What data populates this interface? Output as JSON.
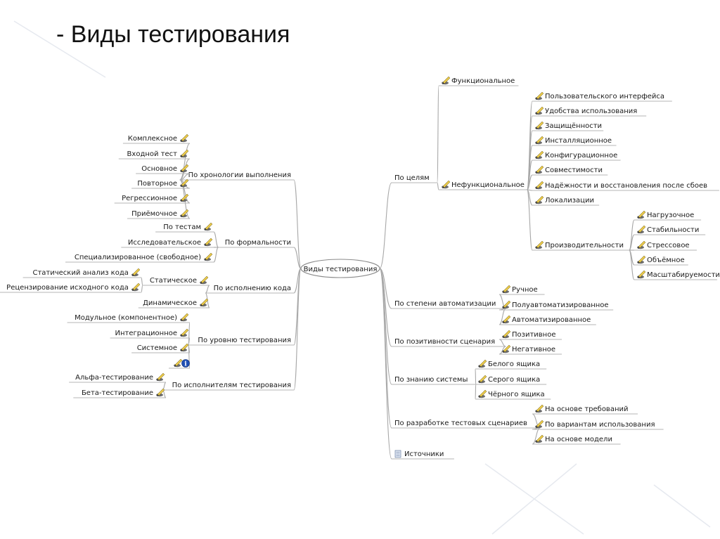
{
  "slide": {
    "title": "- Виды тестирования"
  },
  "colors": {
    "background": "#ffffff",
    "link": "#a7a7a7",
    "text": "#1a1a1a",
    "pencil": "#e8c84a",
    "info": "#1f4fb5"
  },
  "root": {
    "label": "Виды тестирования"
  },
  "left": [
    {
      "label": "По хронологии выполнения",
      "children": [
        "Комплексное",
        "Входной тест",
        "Основное",
        "Повторное",
        "Регрессионное",
        "Приёмочное"
      ]
    },
    {
      "label": "По формальности",
      "children": [
        "По тестам",
        "Исследовательское",
        "Специализированное (свободное)"
      ]
    },
    {
      "label": "По исполнению кода",
      "children": [
        {
          "label": "Статическое",
          "children": [
            "Статический анализ кода",
            "Рецензирование исходного кода"
          ]
        },
        "Динамическое"
      ]
    },
    {
      "label": "По уровню тестирования",
      "children": [
        "Модульное (компонентное)",
        "Интеграционное",
        "Системное",
        {
          "label": "",
          "icon": "info-icon"
        }
      ]
    },
    {
      "label": "По исполнителям тестирования",
      "children": [
        "Альфа-тестирование",
        "Бета-тестирование"
      ]
    }
  ],
  "right": [
    {
      "label": "По целям",
      "children": [
        "Функциональное",
        {
          "label": "Нефункциональное",
          "children": [
            "Пользовательского интерфейса",
            "Удобства использования",
            "Защищённости",
            "Инсталляционное",
            "Конфигурационное",
            "Совместимости",
            "Надёжности и восстановления после сбоев",
            "Локализации",
            {
              "label": "Производительности",
              "children": [
                "Нагрузочное",
                "Стабильности",
                "Стрессовое",
                "Объёмное",
                "Масштабируемости"
              ]
            }
          ]
        }
      ]
    },
    {
      "label": "По степени автоматизации",
      "children": [
        "Ручное",
        "Полуавтоматизированное",
        "Автоматизированное"
      ]
    },
    {
      "label": "По позитивности сценария",
      "children": [
        "Позитивное",
        "Негативное"
      ]
    },
    {
      "label": "По знанию системы",
      "children": [
        "Белого ящика",
        "Серого ящика",
        "Чёрного ящика"
      ]
    },
    {
      "label": "По разработке тестовых сценариев",
      "children": [
        "На основе требований",
        "По вариантам использования",
        "На основе модели"
      ]
    },
    {
      "label": "Источники",
      "icon": "document-icon"
    }
  ]
}
